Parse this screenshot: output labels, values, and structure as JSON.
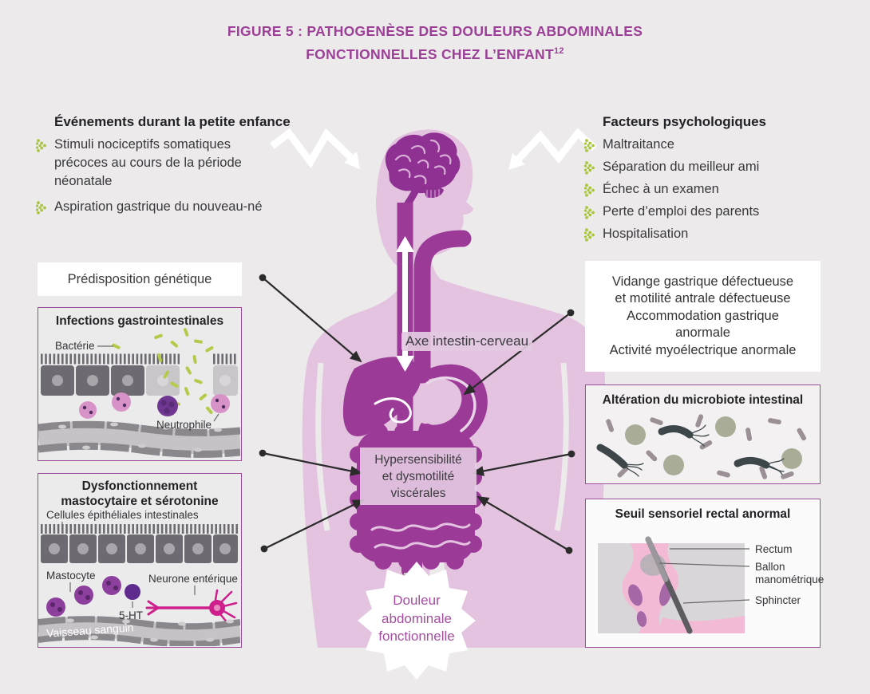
{
  "figure": {
    "title_line1": "FIGURE 5 : PATHOGENÈSE DES DOULEURS ABDOMINALES",
    "title_line2": "FONCTIONNELLES CHEZ L’ENFANT",
    "title_superscript": "12"
  },
  "early_events": {
    "heading": "Événements durant la petite enfance",
    "items": [
      "Stimuli nociceptifs somatiques précoces au cours de la période néonatale",
      "Aspiration gastrique du nouveau-né"
    ]
  },
  "psychological_factors": {
    "heading": "Facteurs psychologiques",
    "items": [
      "Maltraitance",
      "Séparation du meilleur ami",
      "Échec à un examen",
      "Perte d’emploi des parents",
      "Hospitalisation"
    ]
  },
  "left_column": {
    "genetic_predisposition": "Prédisposition génétique",
    "gastrointestinal_infections": {
      "title": "Infections gastrointestinales",
      "bacteria_label": "Bactérie",
      "neutrophil_label": "Neutrophile"
    },
    "mast_cell_dysfunction": {
      "title": "Dysfonctionnement mastocytaire et sérotonine",
      "epithelial_label": "Cellules épithéliales intestinales",
      "mast_cell_label": "Mastocyte",
      "serotonin_label": "5-HT",
      "neuron_label": "Neurone entérique",
      "vessel_label": "Vaisseau sanguin"
    }
  },
  "right_column": {
    "gastric_motility": {
      "lines": [
        "Vidange gastrique défectueuse",
        "et motilité antrale défectueuse",
        "Accommodation gastrique",
        "anormale",
        "Activité myoélectrique anormale"
      ]
    },
    "microbiota": {
      "title": "Altération du microbiote intestinal"
    },
    "rectal_threshold": {
      "title": "Seuil sensoriel rectal anormal",
      "rectum_label": "Rectum",
      "balloon_label_line1": "Ballon",
      "balloon_label_line2": "manométrique",
      "sphincter_label": "Sphincter"
    }
  },
  "center": {
    "axis_label": "Axe intestin-cerveau",
    "hypersensitivity_lines": [
      "Hypersensibilité",
      "et dysmotilité",
      "viscérales"
    ],
    "pain_lines": [
      "Douleur",
      "abdominale",
      "fonctionnelle"
    ]
  },
  "colors": {
    "accent_purple": "#9b3f97",
    "body_pink": "#e3c3df",
    "organ_purple": "#9c3a98",
    "brain_purple": "#8e3192",
    "bullet_green": "#a8c53e",
    "box_border_purple": "#9b4d9b",
    "background": "#edeaec"
  }
}
